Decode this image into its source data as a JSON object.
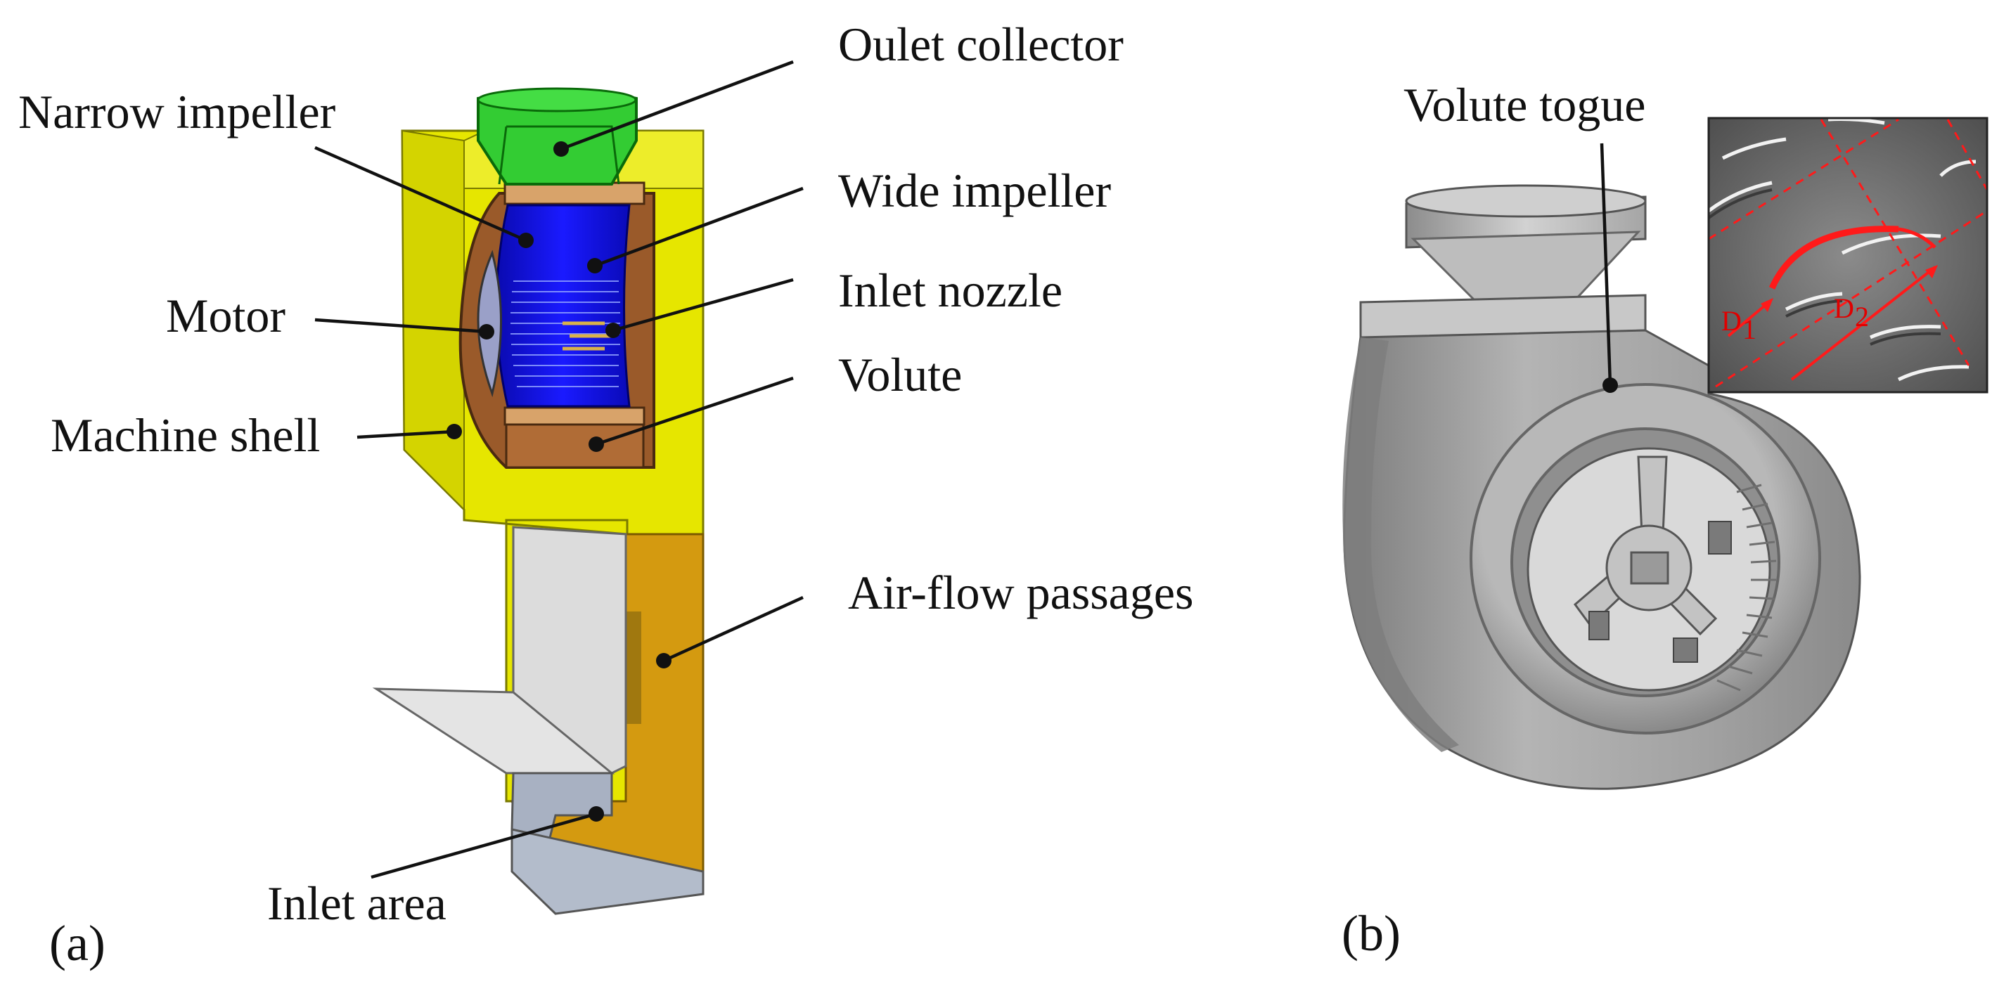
{
  "figure": {
    "panel_a": {
      "tag": "(a)",
      "labels": {
        "outlet_collector": "Oulet collector",
        "narrow_impeller": "Narrow impeller",
        "wide_impeller": "Wide impeller",
        "inlet_nozzle": "Inlet nozzle",
        "motor": "Motor",
        "volute": "Volute",
        "machine_shell": "Machine shell",
        "air_flow_passages": "Air-flow passages",
        "inlet_area": "Inlet area"
      }
    },
    "panel_b": {
      "tag": "(b)",
      "labels": {
        "volute_tongue": "Volute togue"
      },
      "inset": {
        "d1_symbol": "D",
        "d1_subscript": "1",
        "d2_symbol": "D",
        "d2_subscript": "2"
      }
    }
  },
  "colors": {
    "shell": "#e6e600",
    "outlet_collector": "#33cc33",
    "impeller": "#1010ee",
    "volute": "#9a5a2a",
    "air_flow_passages": "#d49a10",
    "inlet_area": "#a0aabb",
    "fan_grey": "#a9a9a9",
    "inset_highlight": "#ff1a1a"
  }
}
